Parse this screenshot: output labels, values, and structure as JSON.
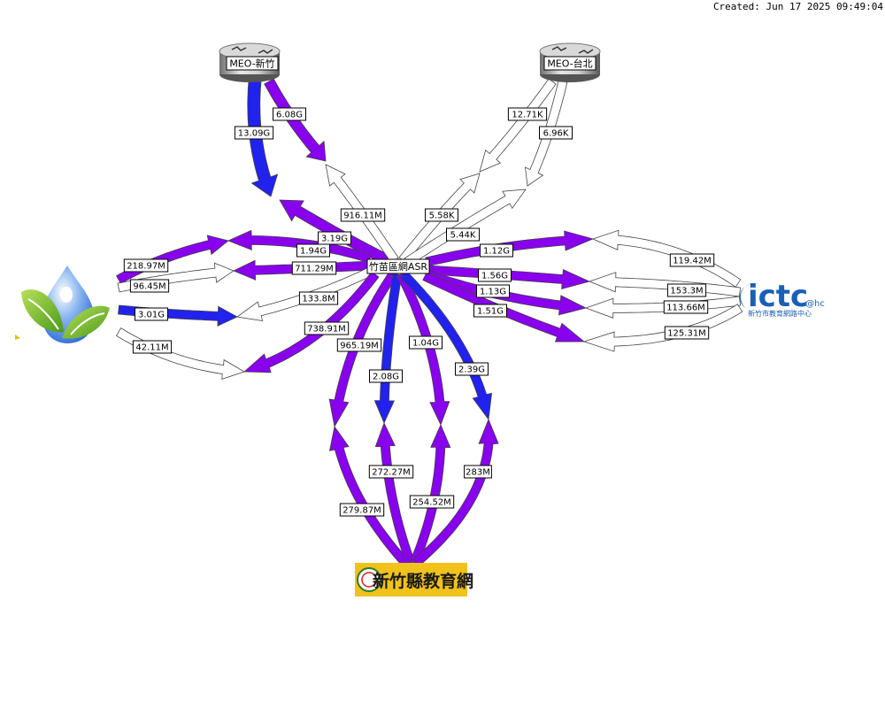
{
  "created": "Created: Jun 17 2025 09:49:04",
  "colors": {
    "blue": "#2222ee",
    "purple": "#8800ee",
    "white": "#ffffff",
    "outline": "#444444"
  },
  "nodes": {
    "hub": "竹苗區網ASR",
    "meo_hsinchu": "MEO-新竹",
    "meo_taipei": "MEO-台北",
    "ictc_logo": "ictc",
    "ictc_sup": "@hc",
    "ictc_sub": "新竹市教育網路中心",
    "county_logo": "新竹縣教育網"
  },
  "links": [
    {
      "id": "meo-hsinchu-out",
      "label": "13.09G",
      "color": "blue",
      "width": 14
    },
    {
      "id": "meo-hsinchu-in",
      "label": "6.08G",
      "color": "purple",
      "width": 12
    },
    {
      "id": "meo-hsinchu-hub-in",
      "label": "3.19G",
      "color": "purple",
      "width": 12
    },
    {
      "id": "meo-hsinchu-hub-out",
      "label": "916.11M",
      "color": "white",
      "width": 10
    },
    {
      "id": "meo-taipei-a",
      "label": "12.71K",
      "color": "white",
      "width": 10
    },
    {
      "id": "meo-taipei-b",
      "label": "6.96K",
      "color": "white",
      "width": 10
    },
    {
      "id": "meo-taipei-hub-a",
      "label": "5.58K",
      "color": "white",
      "width": 10
    },
    {
      "id": "meo-taipei-hub-b",
      "label": "5.44K",
      "color": "white",
      "width": 10
    },
    {
      "id": "left-1-out",
      "label": "218.97M",
      "color": "purple",
      "width": 10
    },
    {
      "id": "left-1-in",
      "label": "1.94G",
      "color": "purple",
      "width": 10
    },
    {
      "id": "left-2-out",
      "label": "96.45M",
      "color": "white",
      "width": 10
    },
    {
      "id": "left-2-in",
      "label": "711.29M",
      "color": "purple",
      "width": 10
    },
    {
      "id": "left-3-out",
      "label": "3.01G",
      "color": "blue",
      "width": 10
    },
    {
      "id": "left-3-in",
      "label": "133.8M",
      "color": "white",
      "width": 10
    },
    {
      "id": "left-4-out",
      "label": "42.11M",
      "color": "white",
      "width": 10
    },
    {
      "id": "left-4-in",
      "label": "738.91M",
      "color": "purple",
      "width": 10
    },
    {
      "id": "right-1-out",
      "label": "1.12G",
      "color": "purple",
      "width": 10
    },
    {
      "id": "right-1-in",
      "label": "119.42M",
      "color": "white",
      "width": 10
    },
    {
      "id": "right-2-out",
      "label": "1.56G",
      "color": "purple",
      "width": 10
    },
    {
      "id": "right-2-in",
      "label": "153.3M",
      "color": "white",
      "width": 10
    },
    {
      "id": "right-3-out",
      "label": "1.13G",
      "color": "purple",
      "width": 10
    },
    {
      "id": "right-3-in",
      "label": "113.66M",
      "color": "white",
      "width": 10
    },
    {
      "id": "right-4-out",
      "label": "1.51G",
      "color": "purple",
      "width": 10
    },
    {
      "id": "right-4-in",
      "label": "125.31M",
      "color": "white",
      "width": 10
    },
    {
      "id": "bottom-1-out",
      "label": "965.19M",
      "color": "purple",
      "width": 10
    },
    {
      "id": "bottom-1-in",
      "label": "279.87M",
      "color": "purple",
      "width": 10
    },
    {
      "id": "bottom-2-out",
      "label": "2.08G",
      "color": "blue",
      "width": 10
    },
    {
      "id": "bottom-2-in",
      "label": "272.27M",
      "color": "purple",
      "width": 10
    },
    {
      "id": "bottom-3-out",
      "label": "1.04G",
      "color": "purple",
      "width": 10
    },
    {
      "id": "bottom-3-in",
      "label": "254.52M",
      "color": "purple",
      "width": 10
    },
    {
      "id": "bottom-4-out",
      "label": "2.39G",
      "color": "blue",
      "width": 10
    },
    {
      "id": "bottom-4-in",
      "label": "283M",
      "color": "purple",
      "width": 10
    }
  ]
}
